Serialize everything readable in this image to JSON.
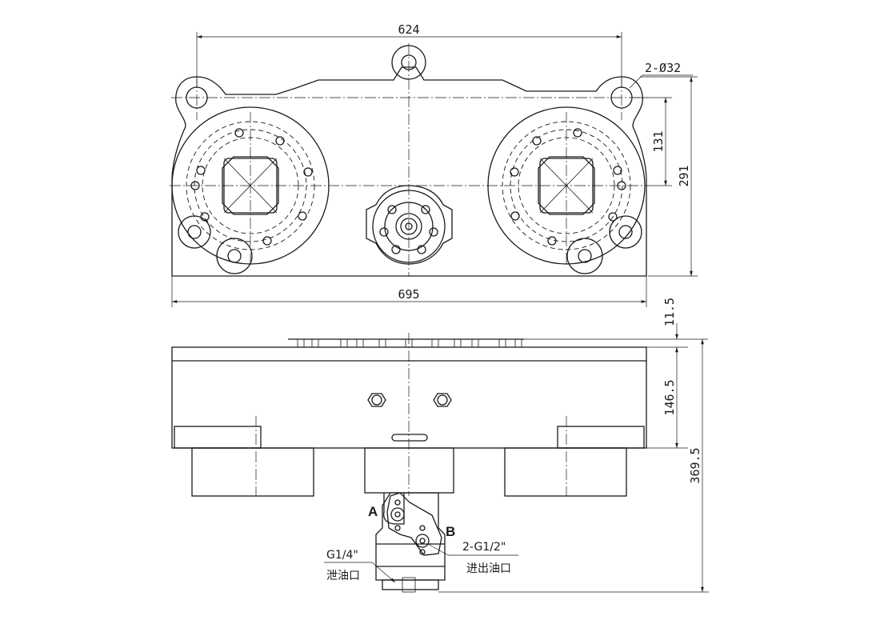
{
  "top_view": {
    "dim_overall_hole_spacing": "624",
    "dim_hole_diameter": "2-Ø32",
    "dim_hole_to_center": "131",
    "dim_overall_height": "291",
    "dim_overall_width": "695"
  },
  "front_view": {
    "dim_bolt_height": "11.5",
    "dim_body_height": "146.5",
    "dim_total_height": "369.5",
    "port_a_label": "A",
    "port_b_label": "B",
    "drain_port_size": "G1/4\"",
    "drain_port_name": "泄油口",
    "main_port_size": "2-G1/2\"",
    "main_port_name": "进出油口"
  }
}
